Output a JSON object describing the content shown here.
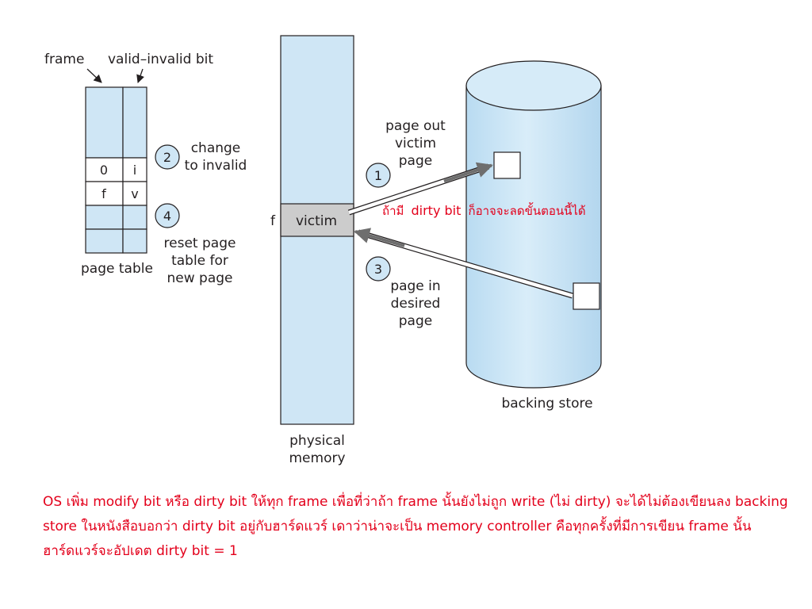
{
  "page_table": {
    "frame_label": "frame",
    "valid_bit_label": "valid–invalid bit",
    "rows": [
      {
        "frame": "",
        "bit": ""
      },
      {
        "frame": "",
        "bit": ""
      },
      {
        "frame": "0",
        "bit": "i"
      },
      {
        "frame": "f",
        "bit": "v"
      },
      {
        "frame": "",
        "bit": ""
      },
      {
        "frame": "",
        "bit": ""
      }
    ],
    "caption": "page table"
  },
  "steps": [
    {
      "number": "1",
      "lines": [
        "page out",
        "victim",
        "page"
      ]
    },
    {
      "number": "2",
      "lines": [
        "change",
        "to invalid"
      ]
    },
    {
      "number": "3",
      "lines": [
        "page in",
        "desired",
        "page"
      ]
    },
    {
      "number": "4",
      "lines": [
        "reset page",
        "table for",
        "new page"
      ]
    }
  ],
  "physical_memory": {
    "frame_marker": "f",
    "victim_label": "victim",
    "caption_lines": [
      "physical",
      "memory"
    ]
  },
  "backing_store": {
    "label": "backing store"
  },
  "dirty_note": {
    "prefix": "ถ้ามี",
    "term": "dirty bit",
    "suffix": "ก็อาจจะลดขั้นตอนนี้ได้"
  },
  "explanation": "OS เพิ่ม modify bit หรือ dirty bit ให้ทุก frame เพื่อที่ว่าถ้า frame นั้นยังไม่ถูก write (ไม่ dirty) จะได้ไม่ต้องเขียนลง backing store ในหนังสือบอกว่า dirty bit อยู่กับฮาร์ดแวร์ เดาว่าน่าจะเป็น memory controller คือทุกครั้งที่มีการเขียน frame นั้น ฮาร์ดแวร์จะอัปเดต dirty bit = 1",
  "colors": {
    "fill": "#cfe6f5",
    "victim_fill": "#cccccc",
    "note": "#e3001b",
    "arrow": "#7a7a7a"
  }
}
